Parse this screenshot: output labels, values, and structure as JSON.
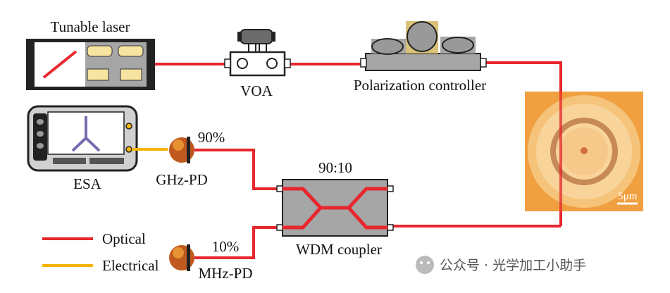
{
  "labels": {
    "tunable_laser": "Tunable laser",
    "voa": "VOA",
    "polarization_controller": "Polarization controller",
    "esa": "ESA",
    "ghz_pd": "GHz-PD",
    "mhz_pd": "MHz-PD",
    "wdm_coupler": "WDM coupler",
    "ratio": "90:10",
    "pct_90": "90%",
    "pct_10": "10%",
    "scale_bar": "5μm"
  },
  "legend": {
    "optical": "Optical",
    "electrical": "Electrical"
  },
  "watermark": "公众号 · 光学加工小助手",
  "colors": {
    "optical": "#e8262d",
    "electrical": "#f5b400",
    "device_gray": "#a6a6a6",
    "dark": "#222222",
    "esa_trace": "#7a6bb0"
  }
}
